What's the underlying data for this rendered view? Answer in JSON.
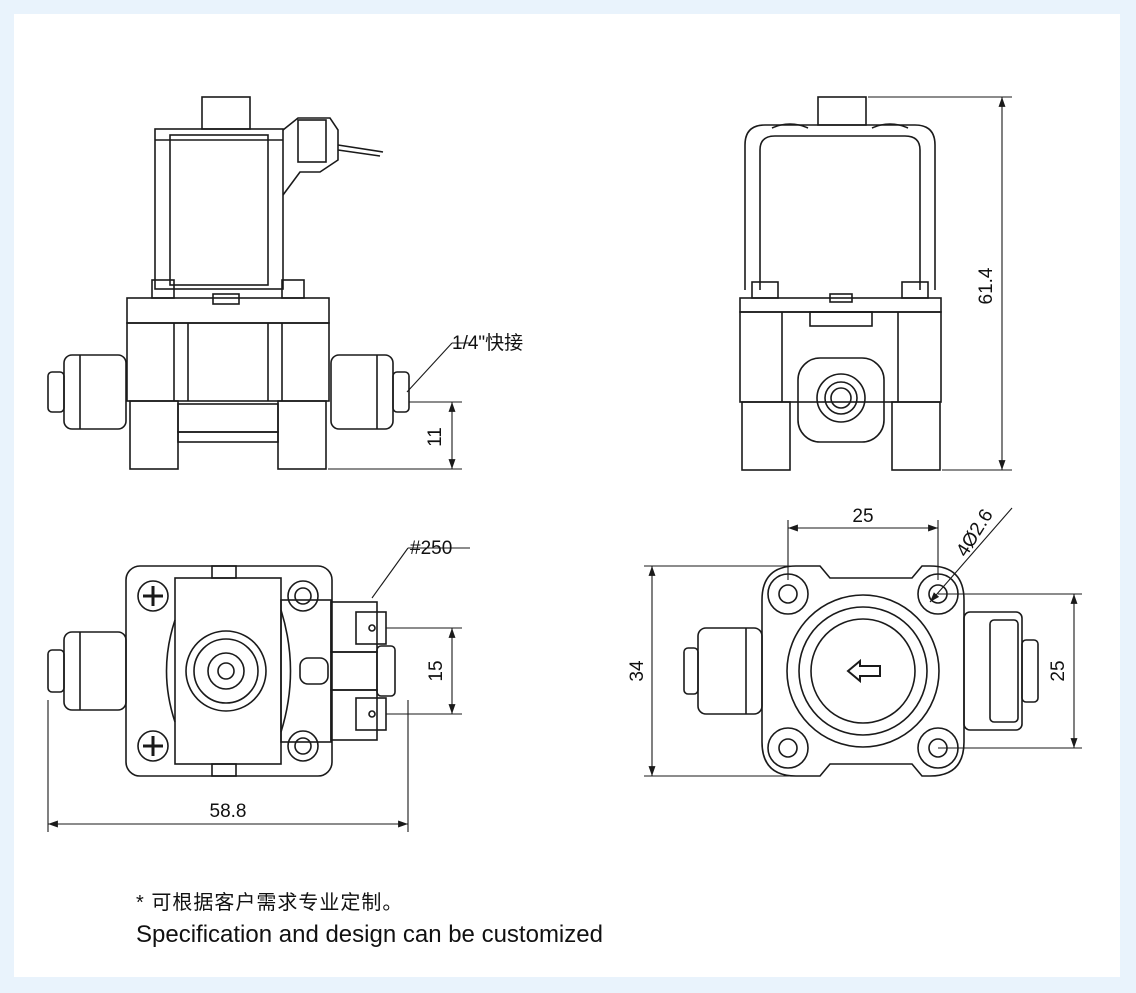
{
  "diagram": {
    "dimensions": {
      "height_overall": "61.4",
      "connector_height": "11",
      "fitting_label": "1/4\"快接",
      "terminal_label": "#250",
      "terminal_spacing": "15",
      "overall_width": "58.8",
      "hole_spacing_top": "25",
      "hole_spec": "4Ø2.6",
      "body_height": "34",
      "hole_spacing_side": "25"
    },
    "notes": {
      "chinese": "* 可根据客户需求专业定制。",
      "english": "Specification and design can be customized"
    },
    "colors": {
      "line": "#1a1a1a",
      "page_border": "#e9f3fc"
    }
  }
}
